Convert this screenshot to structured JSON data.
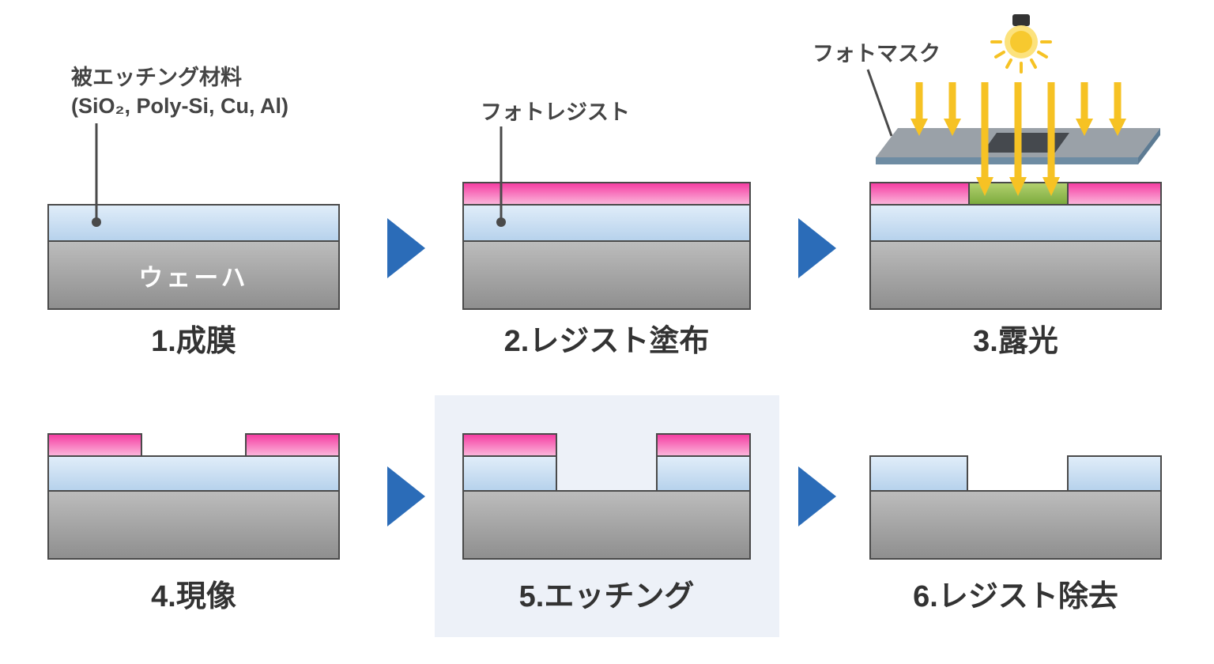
{
  "diagram": {
    "subject": "semiconductor-photolithography-etching-process",
    "steps": [
      {
        "id": 1,
        "label": "1.成膜"
      },
      {
        "id": 2,
        "label": "2.レジスト塗布"
      },
      {
        "id": 3,
        "label": "3.露光"
      },
      {
        "id": 4,
        "label": "4.現像"
      },
      {
        "id": 5,
        "label": "5.エッチング",
        "highlighted": true
      },
      {
        "id": 6,
        "label": "6.レジスト除去"
      }
    ],
    "annotations": {
      "etch_material": {
        "line1": "被エッチング材料",
        "line2": "(SiO₂, Poly-Si, Cu, Al)"
      },
      "photoresist": "フォトレジスト",
      "photomask": "フォトマスク",
      "wafer": "ウェーハ"
    },
    "colors": {
      "wafer_top": "#bcbcbc",
      "wafer_bottom": "#8f8f8f",
      "oxide_top": "#e0edf9",
      "oxide_bottom": "#b7d2ec",
      "resist_top": "#f53ea3",
      "resist_bottom": "#fbb4da",
      "exposed_top": "#b2d06e",
      "exposed_bottom": "#7cab3e",
      "outline": "#4a4a4a",
      "flow_arrow_blue": "#2b6cb8",
      "light_arrow_yellow": "#f6c224",
      "mask_face_gray": "#9aa1a8",
      "mask_edge_blue": "#6e8ca3",
      "mask_pattern_dark": "#45494e",
      "highlight_background": "#edf1f8",
      "step_label_text": "#333333",
      "annotation_text": "#444444"
    }
  }
}
